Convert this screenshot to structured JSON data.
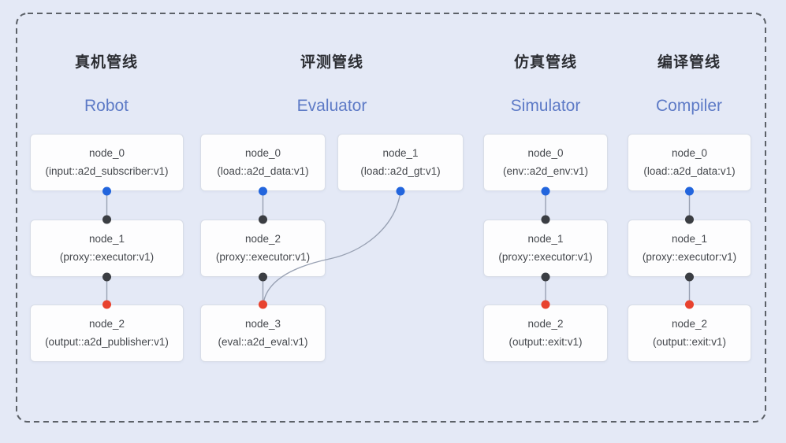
{
  "pipelines": [
    {
      "id": "robot",
      "title_zh": "真机管线",
      "title_en": "Robot",
      "nodes": [
        {
          "name": "node_0",
          "spec": "(input::a2d_subscriber:v1)"
        },
        {
          "name": "node_1",
          "spec": "(proxy::executor:v1)"
        },
        {
          "name": "node_2",
          "spec": "(output::a2d_publisher:v1)"
        }
      ]
    },
    {
      "id": "evaluator",
      "title_zh": "评测管线",
      "title_en": "Evaluator",
      "nodes": [
        {
          "name": "node_0",
          "spec": "(load::a2d_data:v1)"
        },
        {
          "name": "node_1",
          "spec": "(load::a2d_gt:v1)"
        },
        {
          "name": "node_2",
          "spec": "(proxy::executor:v1)"
        },
        {
          "name": "node_3",
          "spec": "(eval::a2d_eval:v1)"
        }
      ]
    },
    {
      "id": "simulator",
      "title_zh": "仿真管线",
      "title_en": "Simulator",
      "nodes": [
        {
          "name": "node_0",
          "spec": "(env::a2d_env:v1)"
        },
        {
          "name": "node_1",
          "spec": "(proxy::executor:v1)"
        },
        {
          "name": "node_2",
          "spec": "(output::exit:v1)"
        }
      ]
    },
    {
      "id": "compiler",
      "title_zh": "编译管线",
      "title_en": "Compiler",
      "nodes": [
        {
          "name": "node_0",
          "spec": "(load::a2d_data:v1)"
        },
        {
          "name": "node_1",
          "spec": "(proxy::executor:v1)"
        },
        {
          "name": "node_2",
          "spec": "(output::exit:v1)"
        }
      ]
    }
  ],
  "colors": {
    "background": "#e4e9f6",
    "box_background": "#fdfdfe",
    "box_border": "#d8dde7",
    "dashed_frame": "#5c6168",
    "edge": "#98a1b3",
    "port_blue": "#2265dd",
    "port_black": "#3b3e43",
    "port_red": "#e8422e",
    "title_zh_color": "#2c2e33",
    "title_en_color": "#5d7ac6",
    "node_text_color": "#45484d"
  }
}
